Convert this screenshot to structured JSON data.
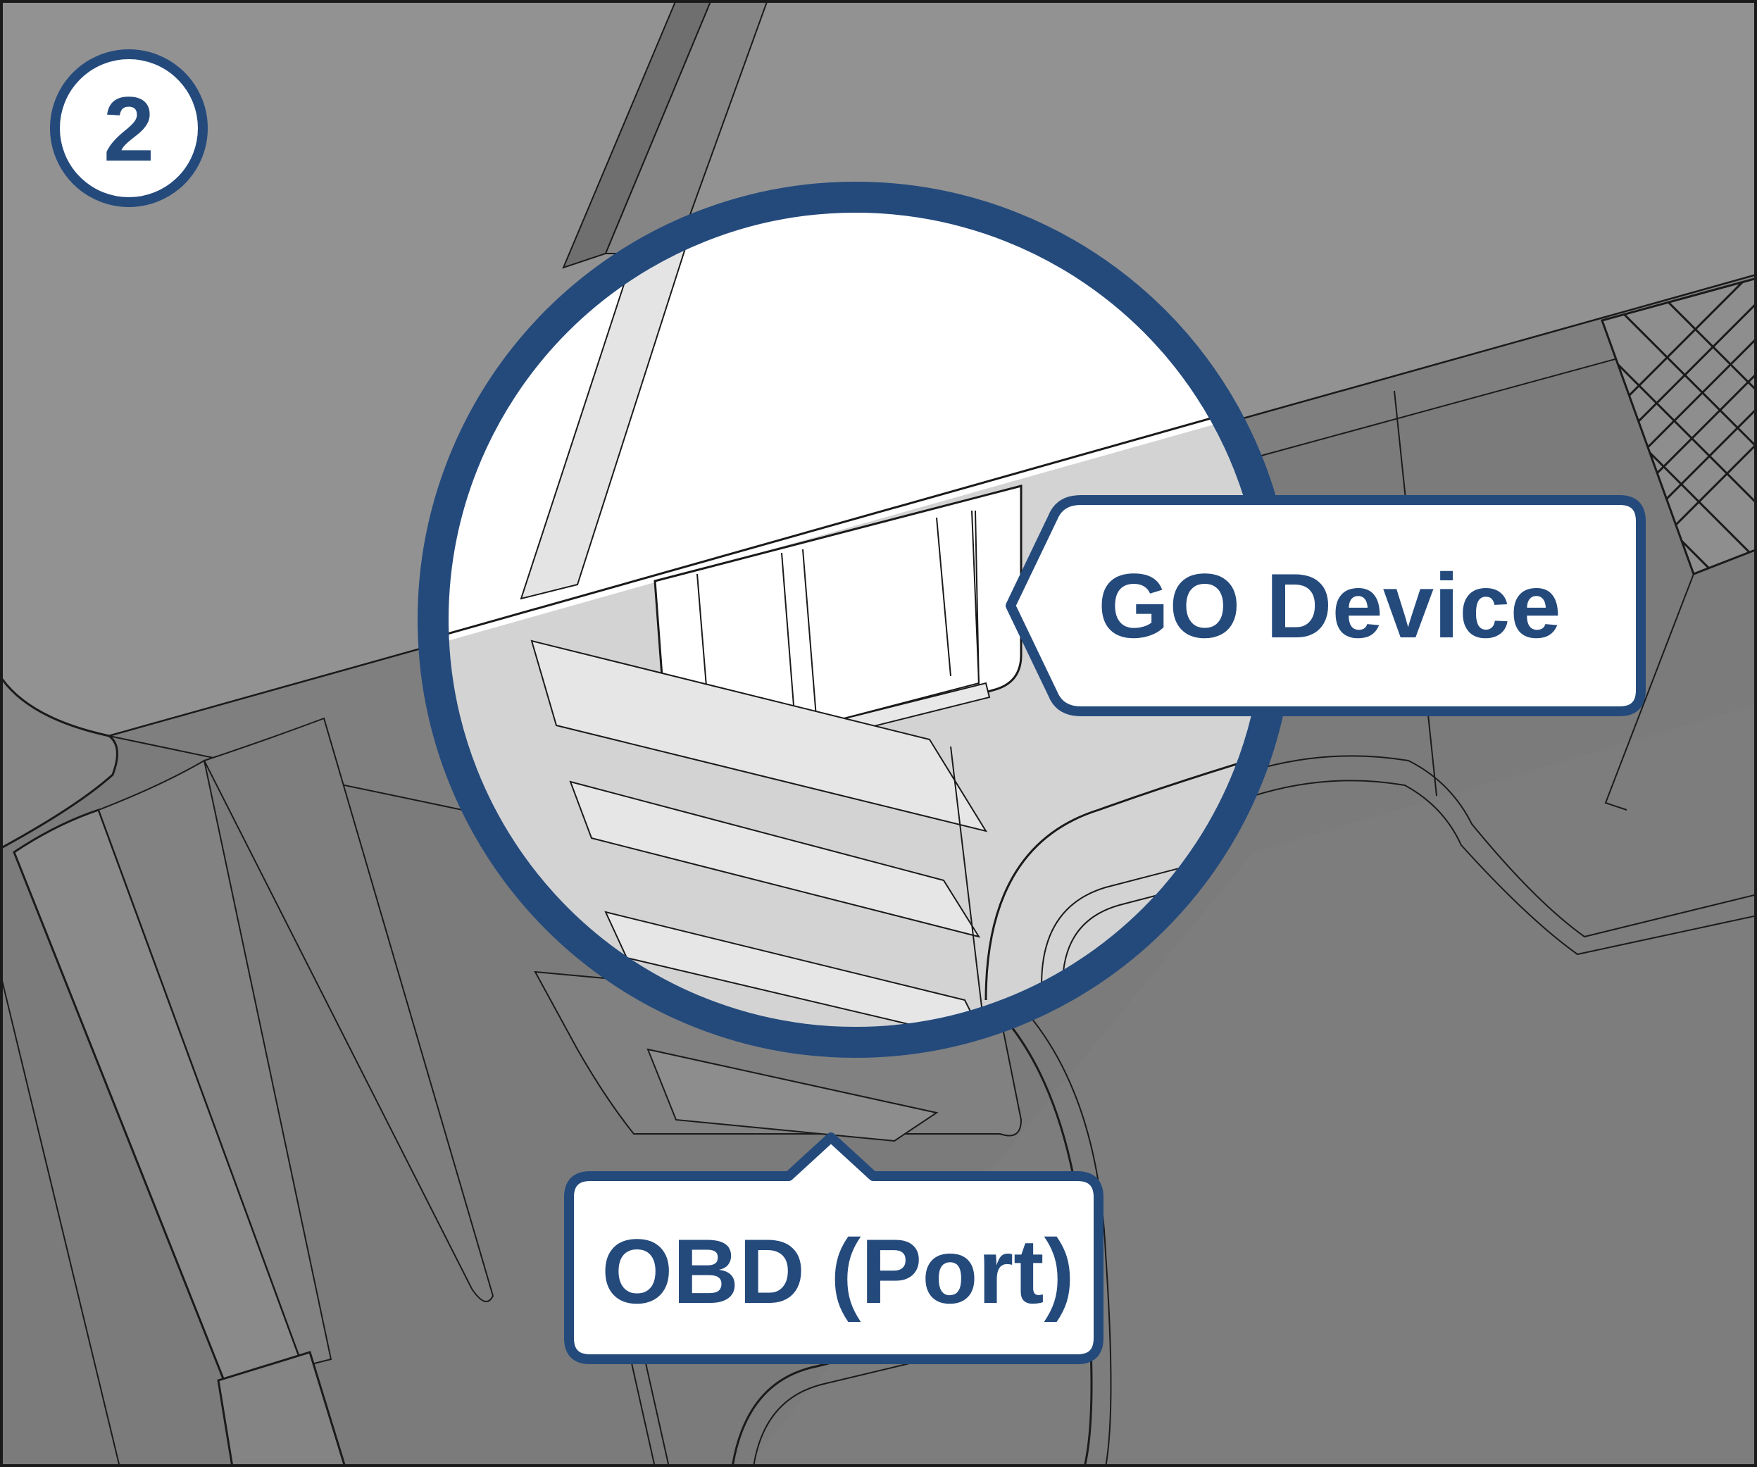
{
  "step_badge": {
    "number": "2"
  },
  "callouts": {
    "device": {
      "label": "GO Device"
    },
    "port": {
      "label": "OBD (Port)"
    }
  },
  "colors": {
    "accent": "#244a7c",
    "background_dark": "#7a7a7a",
    "background_mid": "#8b8b8b",
    "dash_light": "#929292",
    "callout_fill": "#ffffff",
    "line": "#1a1a1a"
  },
  "icons": {
    "step_badge": "circled-number",
    "magnifier": "magnifying-circle",
    "pedal_pad": "textured-pedal"
  }
}
